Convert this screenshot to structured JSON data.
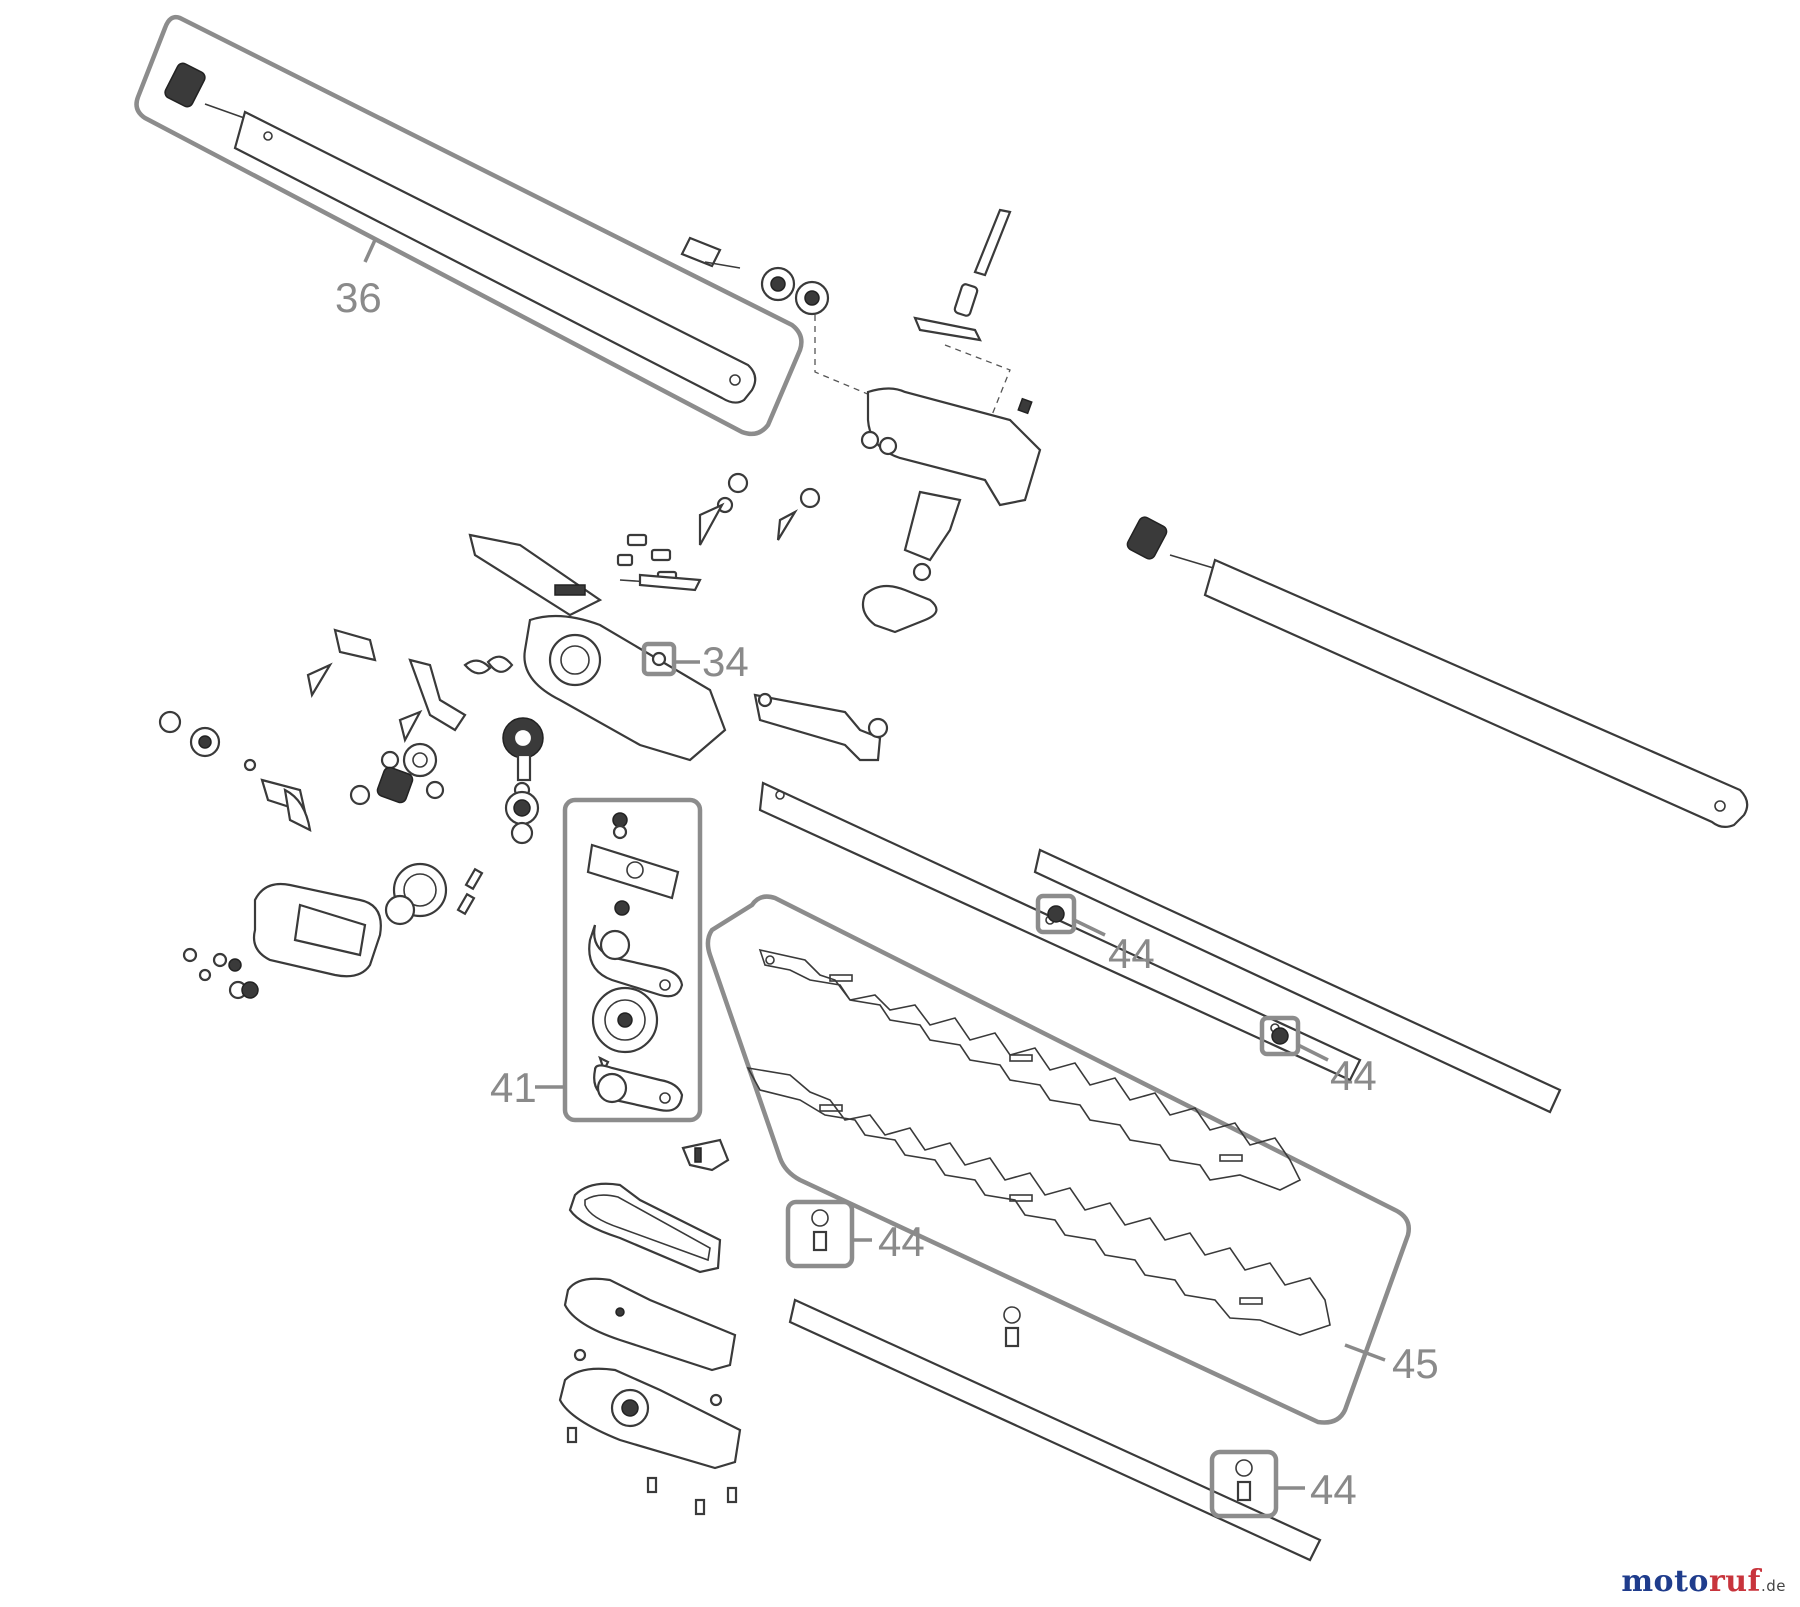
{
  "callouts": {
    "c36": "36",
    "c34": "34",
    "c41": "41",
    "c44a": "44",
    "c44b": "44",
    "c44c": "44",
    "c44d": "44",
    "c45": "45"
  },
  "watermark": {
    "main": "moto",
    "accent": "ruf",
    "tld": ".de"
  },
  "colors": {
    "callout": "#8a8a8a",
    "frame": "#8c8c8c",
    "line_art": "#3a3a3a",
    "watermark_blue": "#1f3c8c",
    "watermark_red": "#c8343c"
  }
}
